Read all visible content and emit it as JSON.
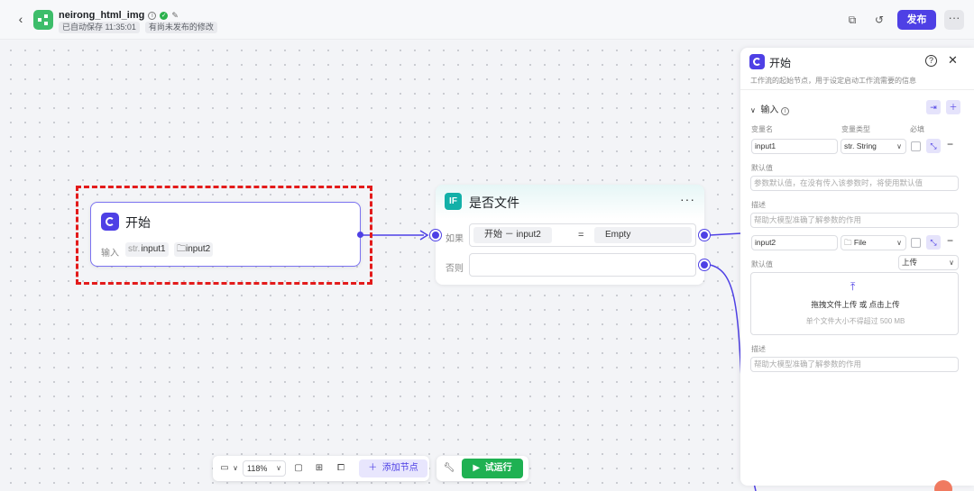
{
  "app": {
    "name": "neirong_html_img",
    "autosave": "已自动保存 11:35:01",
    "unpublished": "有尚未发布的修改",
    "publish_label": "发布"
  },
  "start_node": {
    "title": "开始",
    "input_label": "输入",
    "inputs": [
      {
        "prefix": "str.",
        "name": "input1"
      },
      {
        "prefix": "",
        "name": "input2"
      }
    ]
  },
  "if_node": {
    "icon": "IF",
    "title": "是否文件",
    "more": "···",
    "if_label": "如果",
    "else_label": "否则",
    "left_operand": "开始 － input2",
    "operator": "=",
    "right_operand": "Empty"
  },
  "panel": {
    "title": "开始",
    "description": "工作流的起始节点，用于设定启动工作流需要的信息",
    "section_label": "输入",
    "col_name": "变量名",
    "col_type": "变量类型",
    "col_required": "必填",
    "var1": {
      "name": "input1",
      "type": "str. String",
      "default_label": "默认值",
      "default_placeholder": "参数默认值，在没有传入该参数时，将使用默认值",
      "desc_label": "描述",
      "desc_placeholder": "帮助大模型准确了解参数的作用"
    },
    "var2": {
      "name": "input2",
      "type": "File",
      "default_label": "默认值",
      "upload_mode": "上传",
      "upload_text": "拖拽文件上传 或 点击上传",
      "upload_hint": "单个文件大小不得超过 500 MB",
      "desc_label": "描述",
      "desc_placeholder": "帮助大模型准确了解参数的作用"
    }
  },
  "toolbar": {
    "zoom": "118%",
    "add_node": "添加节点",
    "run": "试运行"
  },
  "colors": {
    "accent": "#4e40e5",
    "run": "#1fb152",
    "highlight": "#e31b1b",
    "if_icon": "#13b0a8"
  }
}
